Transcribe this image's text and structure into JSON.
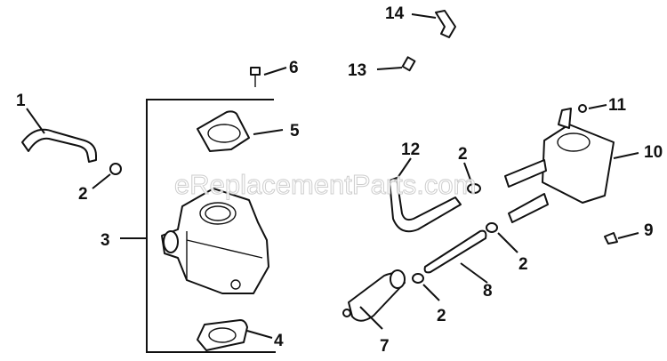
{
  "watermark": "eReplacementParts.com",
  "callouts": [
    {
      "id": "c14",
      "label": "14"
    },
    {
      "id": "c6",
      "label": "6"
    },
    {
      "id": "c13",
      "label": "13"
    },
    {
      "id": "c1",
      "label": "1"
    },
    {
      "id": "c5",
      "label": "5"
    },
    {
      "id": "c11",
      "label": "11"
    },
    {
      "id": "c10",
      "label": "10"
    },
    {
      "id": "c12",
      "label": "12"
    },
    {
      "id": "c2a",
      "label": "2"
    },
    {
      "id": "c2b",
      "label": "2"
    },
    {
      "id": "c3",
      "label": "3"
    },
    {
      "id": "c9",
      "label": "9"
    },
    {
      "id": "c2c",
      "label": "2"
    },
    {
      "id": "c8",
      "label": "8"
    },
    {
      "id": "c2d",
      "label": "2"
    },
    {
      "id": "c4",
      "label": "4"
    },
    {
      "id": "c7",
      "label": "7"
    }
  ]
}
